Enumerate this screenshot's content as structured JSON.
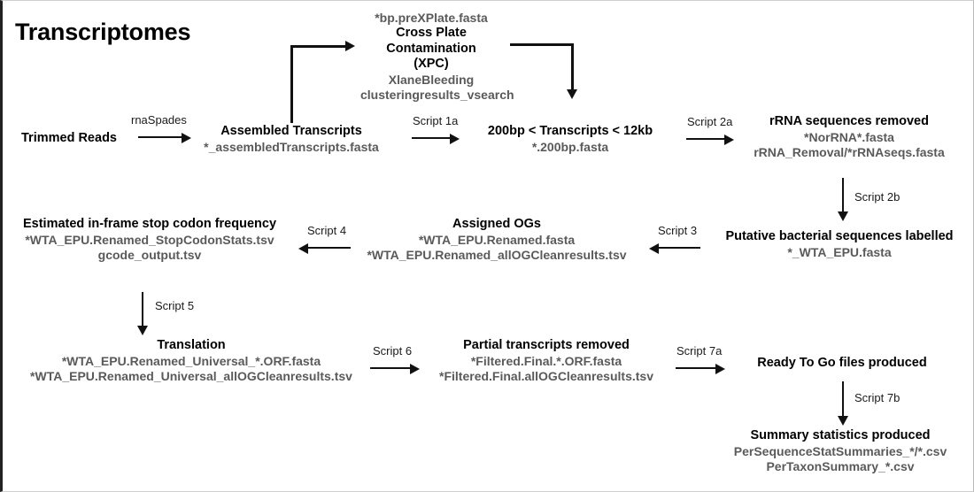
{
  "page": {
    "title": "Transcriptomes",
    "background": "#ffffff",
    "title_color": "#000000",
    "node_title_color": "#000000",
    "node_file_color": "#5a5a5a",
    "arrow_color": "#111111"
  },
  "nodes": {
    "trimmed_reads": {
      "title": "Trimmed Reads",
      "files": []
    },
    "assembled_transcripts": {
      "title": "Assembled Transcripts",
      "files": [
        "*_assembledTranscripts.fasta"
      ]
    },
    "xpc": {
      "file_top": "*bp.preXPlate.fasta",
      "title_line1": "Cross Plate",
      "title_line2": "Contamination",
      "title_line3": "(XPC)",
      "file_bottom1": "XlaneBleeding",
      "file_bottom2": "clusteringresults_vsearch"
    },
    "length_filter": {
      "title": "200bp < Transcripts < 12kb",
      "files": [
        "*.200bp.fasta"
      ]
    },
    "rrna_removed": {
      "title": "rRNA sequences removed",
      "files": [
        "*NorRNA*.fasta",
        "rRNA_Removal/*rRNAseqs.fasta"
      ]
    },
    "bacterial_labelled": {
      "title": "Putative bacterial sequences labelled",
      "files": [
        "*_WTA_EPU.fasta"
      ]
    },
    "assigned_ogs": {
      "title": "Assigned OGs",
      "files": [
        "*WTA_EPU.Renamed.fasta",
        "*WTA_EPU.Renamed_allOGCleanresults.tsv"
      ]
    },
    "stop_codon": {
      "title": "Estimated in-frame stop codon frequency",
      "files": [
        "*WTA_EPU.Renamed_StopCodonStats.tsv",
        "gcode_output.tsv"
      ]
    },
    "translation": {
      "title": "Translation",
      "files": [
        "*WTA_EPU.Renamed_Universal_*.ORF.fasta",
        "*WTA_EPU.Renamed_Universal_allOGCleanresults.tsv"
      ]
    },
    "partial_removed": {
      "title": "Partial transcripts removed",
      "files": [
        "*Filtered.Final.*.ORF.fasta",
        "*Filtered.Final.allOGCleanresults.tsv"
      ]
    },
    "ready_to_go": {
      "title": "Ready To Go files produced",
      "files": []
    },
    "summary_stats": {
      "title": "Summary statistics produced",
      "files": [
        "PerSequenceStatSummaries_*/*.csv",
        "PerTaxonSummary_*.csv"
      ]
    }
  },
  "edges": {
    "rnaspades": "rnaSpades",
    "script_1a": "Script 1a",
    "script_2a": "Script 2a",
    "script_2b": "Script 2b",
    "script_3": "Script 3",
    "script_4": "Script 4",
    "script_5": "Script 5",
    "script_6": "Script 6",
    "script_7a": "Script 7a",
    "script_7b": "Script 7b"
  }
}
